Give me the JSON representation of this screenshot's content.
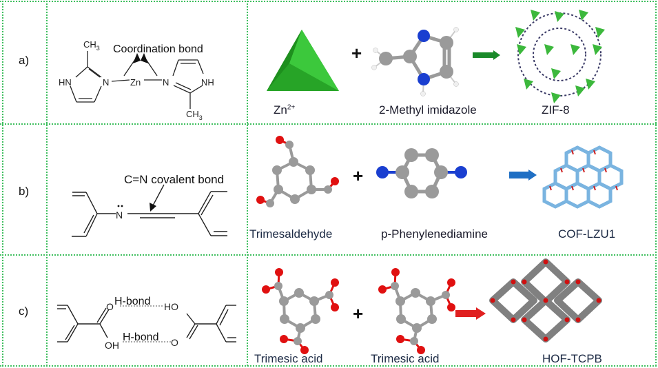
{
  "rows": [
    {
      "label": "a)",
      "bond_label": "Coordination bond",
      "scheme_atoms": {
        "ch3_top": "CH",
        "ch3_sub": "3",
        "hn": "HN",
        "n_left": "N",
        "zn": "Zn",
        "n_right": "N",
        "nh": "NH",
        "ch3_bottom": "CH",
        "ch3_bottom_sub": "3"
      },
      "reactant1": {
        "name": "Zn",
        "superscript": "2+",
        "icon": "green-tetrahedron"
      },
      "operator": "+",
      "reactant2": {
        "name": "2-Methyl imidazole",
        "icon": "ball-stick-molecule"
      },
      "arrow_color": "#1a8a2a",
      "product": {
        "name": "ZIF-8",
        "icon": "zif8-framework"
      }
    },
    {
      "label": "b)",
      "bond_label": "C=N covalent bond",
      "scheme_atoms": {
        "n": "N"
      },
      "reactant1": {
        "name": "Trimesaldehyde",
        "icon": "ball-stick-molecule"
      },
      "operator": "+",
      "reactant2": {
        "name": "p-Phenylenediamine",
        "icon": "ball-stick-molecule"
      },
      "arrow_color": "#1f6fc4",
      "product": {
        "name": "COF-LZU1",
        "icon": "cof-framework"
      }
    },
    {
      "label": "c)",
      "bond_label_top": "H-bond",
      "bond_label_bottom": "H-bond",
      "scheme_atoms": {
        "o_left_top": "O",
        "oh_left": "OH",
        "ho_right": "HO",
        "o_right_bottom": "O"
      },
      "reactant1": {
        "name": "Trimesic acid",
        "icon": "ball-stick-molecule"
      },
      "operator": "+",
      "reactant2": {
        "name": "Trimesic acid",
        "icon": "ball-stick-molecule"
      },
      "arrow_color": "#e02020",
      "product": {
        "name": "HOF-TCPB",
        "icon": "hof-framework"
      }
    }
  ],
  "colors": {
    "grid": "#3fbf5f",
    "carbon": "#8a8a8a",
    "nitrogen": "#1a3fd0",
    "oxygen": "#e01010",
    "hydrogen": "#f0f0f0",
    "zn_green": "#2db52d"
  }
}
